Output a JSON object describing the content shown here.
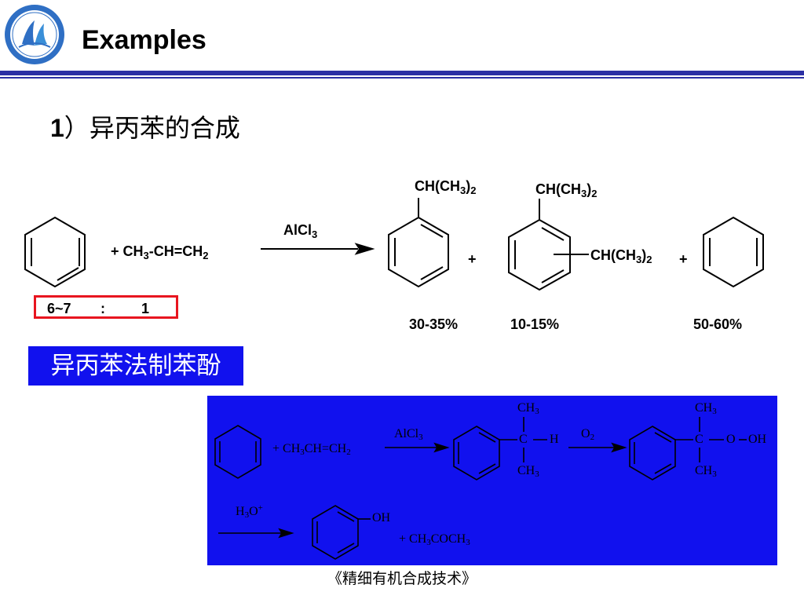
{
  "header": {
    "title": "Examples",
    "logo_icon": "university-seal-icon",
    "accent_color": "#2b2fa4"
  },
  "section": {
    "number": "1",
    "paren": "）",
    "text": "异丙苯的合成"
  },
  "reaction1": {
    "reagent_plus": "+ ",
    "reagent": [
      "CH",
      "3",
      "-CH=CH",
      "2"
    ],
    "catalyst": [
      "AlCl",
      "3"
    ],
    "product_group": [
      "CH(CH",
      "3",
      ")",
      "2"
    ],
    "plus": "+",
    "ratio": {
      "left": "6~7",
      "colon": ":",
      "right": "1"
    },
    "yields": [
      "30-35%",
      "10-15%",
      "50-60%"
    ]
  },
  "phenol_label": "异丙苯法制苯酚",
  "panel": {
    "color": "#1111ee",
    "reagent": [
      "+ CH",
      "3",
      "CH=CH",
      "2"
    ],
    "catalyst": [
      "AlCl",
      "3"
    ],
    "oxidant": [
      "O",
      "2"
    ],
    "ch3": [
      "CH",
      "3"
    ],
    "c": "C",
    "h": "H",
    "ooh": [
      "O",
      "OH"
    ],
    "acid": [
      "H",
      "3",
      "O",
      "+"
    ],
    "oh": "OH",
    "acetone": [
      "+   CH",
      "3",
      "COCH",
      "3"
    ]
  },
  "footer": "《精细有机合成技术》"
}
